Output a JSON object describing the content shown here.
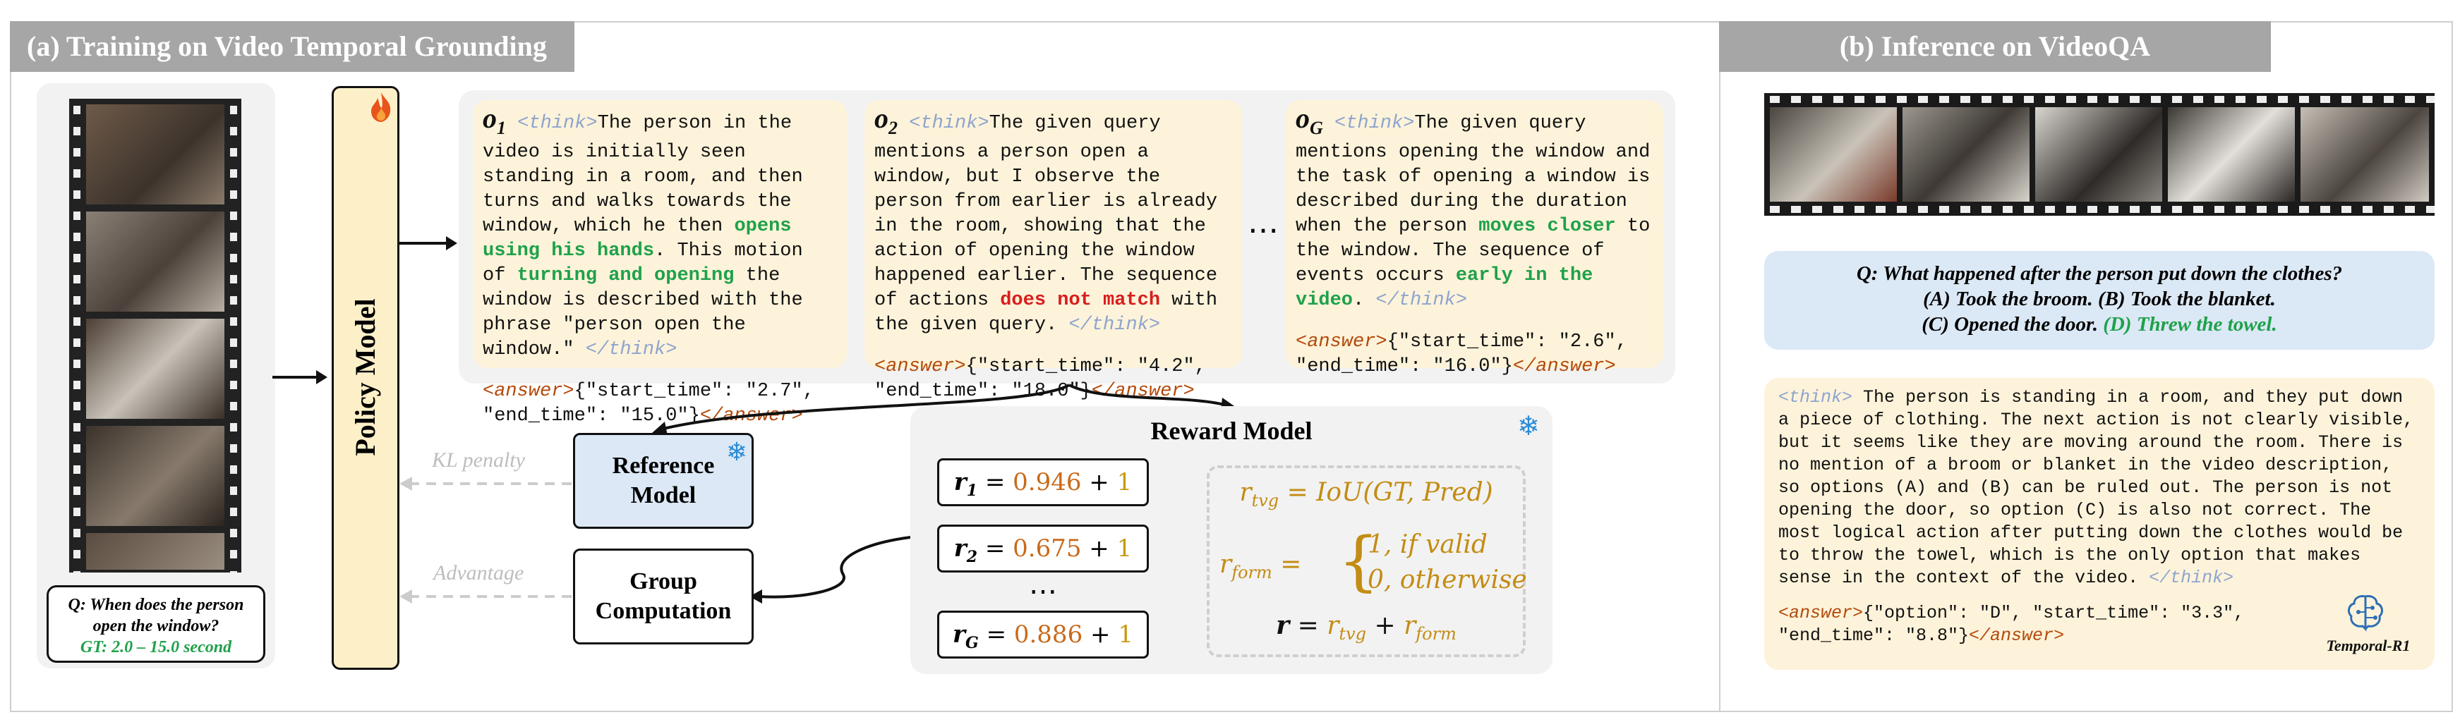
{
  "panel_a": {
    "header": "(a) Training on Video Temporal Grounding",
    "question": "Q: When does the person open the window?",
    "gt": "GT: 2.0 – 15.0 second",
    "policy_model": "Policy Model",
    "outputs": [
      {
        "label": "o",
        "sub": "1",
        "think_open": "<think>",
        "text_parts": [
          {
            "t": "The person in the video is initially seen standing in a room, and then turns and walks towards the window, which he then ",
            "style": ""
          },
          {
            "t": "opens using his hands",
            "style": "green"
          },
          {
            "t": ". This motion of ",
            "style": ""
          },
          {
            "t": "turning and opening",
            "style": "green"
          },
          {
            "t": " the window is described with the phrase \"person open the window.\" ",
            "style": ""
          }
        ],
        "think_close": "</think>",
        "answer_open": "<answer>",
        "answer_body": "{\"start_time\": \"2.7\", \"end_time\": \"15.0\"}",
        "answer_close": "</answer>"
      },
      {
        "label": "o",
        "sub": "2",
        "think_open": "<think>",
        "text_parts": [
          {
            "t": "The given query mentions a person open a window, but I observe the person from earlier is already in the room, showing that the action of opening the window happened earlier. The sequence of actions ",
            "style": ""
          },
          {
            "t": "does not match",
            "style": "red"
          },
          {
            "t": " with the given query. ",
            "style": ""
          }
        ],
        "think_close": "</think>",
        "answer_open": "<answer>",
        "answer_body": "{\"start_time\": \"4.2\", \"end_time\": \"18.0\"}",
        "answer_close": "</answer>"
      },
      {
        "label": "o",
        "sub": "G",
        "think_open": "<think>",
        "text_parts": [
          {
            "t": "The given query mentions opening the window and the task of opening a window is described during the duration when the person ",
            "style": ""
          },
          {
            "t": "moves closer",
            "style": "green"
          },
          {
            "t": " to the window. The sequence of events occurs ",
            "style": ""
          },
          {
            "t": "early in the video",
            "style": "green"
          },
          {
            "t": ". ",
            "style": ""
          }
        ],
        "think_close": "</think>",
        "answer_open": "<answer>",
        "answer_body": "{\"start_time\": \"2.6\", \"end_time\": \"16.0\"}",
        "answer_close": "</answer>"
      }
    ],
    "ellipsis": "…",
    "kl_penalty": "KL penalty",
    "advantage": "Advantage",
    "reference_model": "Reference Model",
    "group_computation": "Group Computation",
    "reward_model": {
      "title": "Reward Model",
      "rewards": [
        {
          "r": "r",
          "sub": "1",
          "value": "0.946",
          "plus": "+ ",
          "one": "1"
        },
        {
          "r": "r",
          "sub": "2",
          "value": "0.675",
          "plus": "+ ",
          "one": "1"
        },
        {
          "r": "r",
          "sub": "G",
          "value": "0.886",
          "plus": "+ ",
          "one": "1"
        }
      ],
      "dots": "…",
      "tvg_lhs": "r",
      "tvg_sub": "tvg",
      "tvg_rhs": "= IoU(GT, Pred)",
      "form_lhs": "r",
      "form_sub": "form",
      "form_case1": "1, if valid",
      "form_case2": "0, otherwise",
      "total_lhs": "r",
      "total_mid": "= r",
      "total_sub1": "tvg",
      "total_plus": " + r",
      "total_sub2": "form"
    }
  },
  "panel_b": {
    "header": "(b) Inference on VideoQA",
    "question_line1": "Q: What happened after the person put down the clothes?",
    "question_line2": "(A)  Took the broom. (B) Took the blanket.",
    "question_line3a": "(C) Opened the door. ",
    "question_line3b": "(D) Threw the towel.",
    "think_open": "<think>",
    "think_text": " The person is standing in a room, and they put down a piece of clothing. The next action is not clearly visible, but it seems like they are moving around the room. There is no mention of a broom or blanket in the video description, so options (A) and (B) can be ruled out. The person is not opening the door, so option (C) is also not correct. The most logical action after putting down the clothes would be to throw the towel, which is the only option that makes sense in the context of the video. ",
    "think_close": "</think>",
    "answer_open": "<answer>",
    "answer_body": "{\"option\": \"D\", \"start_time\": \"3.3\", \"end_time\": \"8.8\"}",
    "answer_close": "</answer>",
    "logo_label": "Temporal-R1"
  },
  "colors": {
    "header_bg": "#a6a6a6",
    "card_bg": "#fdf3da",
    "green": "#1fa14a",
    "red": "#d81e1e",
    "policy_bg": "#fdf0c8",
    "reference_bg": "#dce8f5",
    "qa_bg": "#dbe8f5",
    "reward_value": "#c96a1b"
  }
}
